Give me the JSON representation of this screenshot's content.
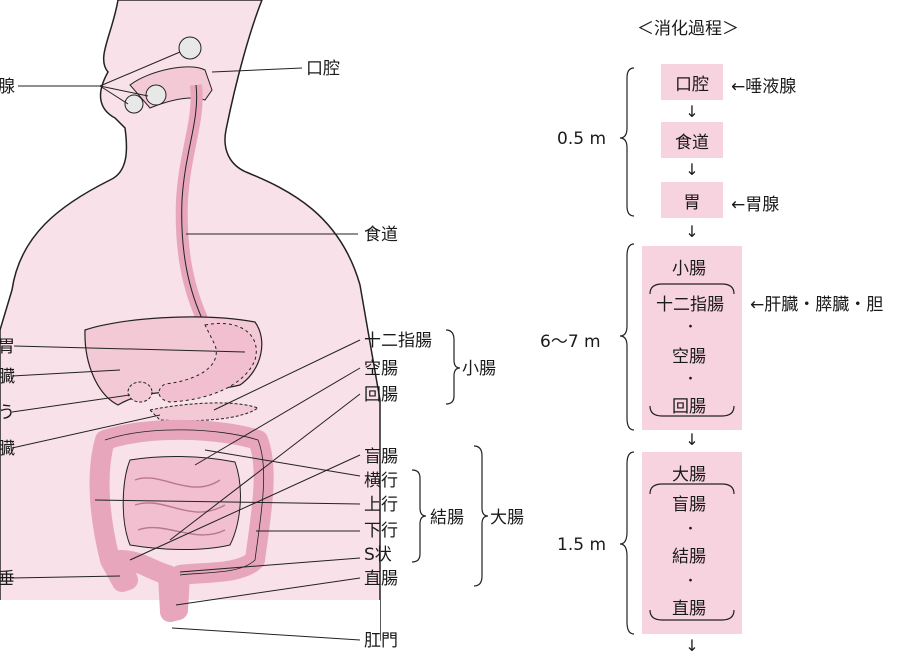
{
  "anatomy": {
    "labels": {
      "oral_cavity": "口腔",
      "esophagus": "食道",
      "duodenum": "十二指腸",
      "jejunum": "空腸",
      "ileum": "回腸",
      "small_intestine": "小腸",
      "cecum": "盲腸",
      "transverse": "横行",
      "ascending": "上行",
      "descending": "下行",
      "sigmoid": "S状",
      "colon": "結腸",
      "large_intestine": "大腸",
      "rectum": "直腸",
      "anus": "肛門",
      "left_salivary": "腺",
      "left_stomach": "胃",
      "left_liver": "臓",
      "left_gallbladder": "う",
      "left_pancreas": "臓",
      "left_appendix": "垂"
    }
  },
  "process": {
    "title": "＜消化過程＞",
    "groups": [
      {
        "length": "0.5 m"
      },
      {
        "length": "6〜7 m"
      },
      {
        "length": "1.5 m"
      }
    ],
    "boxes": {
      "mouth": "口腔",
      "esophagus": "食道",
      "stomach": "胃",
      "small_intestine": "小腸",
      "duodenum": "十二指腸",
      "jejunum": "空腸",
      "ileum": "回腸",
      "large_intestine": "大腸",
      "cecum": "盲腸",
      "colon": "結腸",
      "rectum": "直腸"
    },
    "dot": "・",
    "annotations": {
      "salivary": "←唾液腺",
      "gastric": "←胃腺",
      "liver_pancreas": "←肝臓・膵臓・胆"
    },
    "arrow": "↓"
  },
  "colors": {
    "body": "#f8e1e8",
    "organ": "#f3c9d6",
    "intestine": "#eeb2c6",
    "box": "#f7d3df"
  }
}
